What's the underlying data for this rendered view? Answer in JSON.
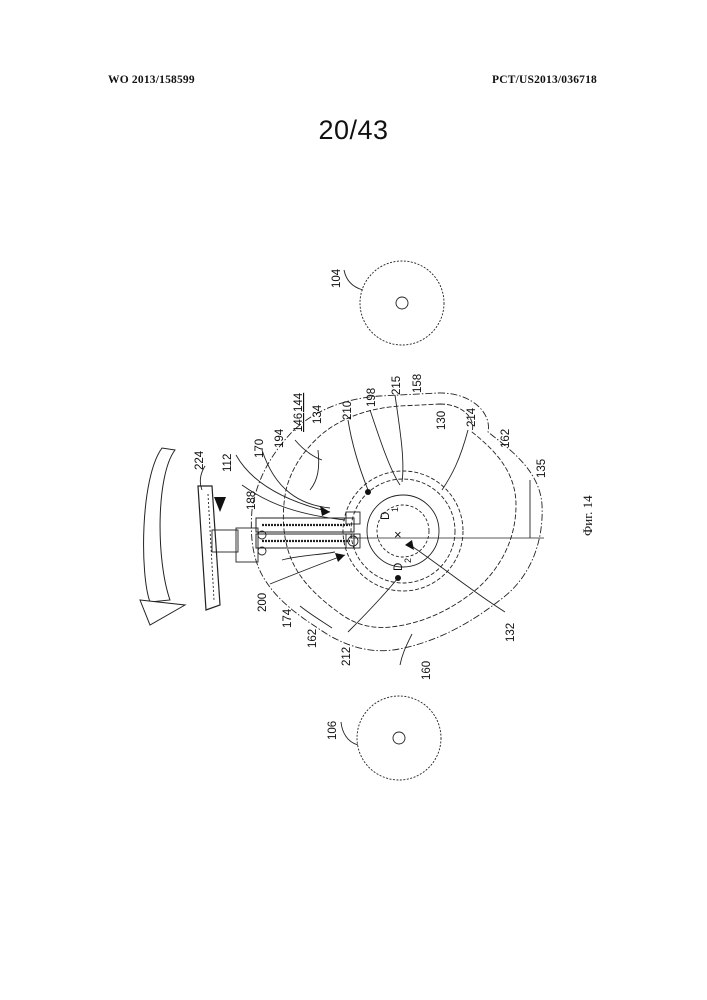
{
  "header": {
    "publication_number": "WO 2013/158599",
    "application_number": "PCT/US2013/036718"
  },
  "sheet_label": "20/43",
  "figure": {
    "caption": "Фиг. 14",
    "reference_labels": {
      "r104": "104",
      "r106": "106",
      "r112": "112",
      "r224": "224",
      "r170": "170",
      "r188": "188",
      "r194": "194",
      "r146": "146",
      "r144": "144",
      "r134": "134",
      "r210": "210",
      "r198": "198",
      "r215": "215",
      "r158": "158",
      "r130": "130",
      "r214": "214",
      "r162a": "162",
      "r135": "135",
      "r200": "200",
      "r174": "174",
      "r162b": "162",
      "r212": "212",
      "r160": "160",
      "r132": "132",
      "d1": "D",
      "d1_sub": "1",
      "d2": "D",
      "d2_sub": "2"
    }
  }
}
